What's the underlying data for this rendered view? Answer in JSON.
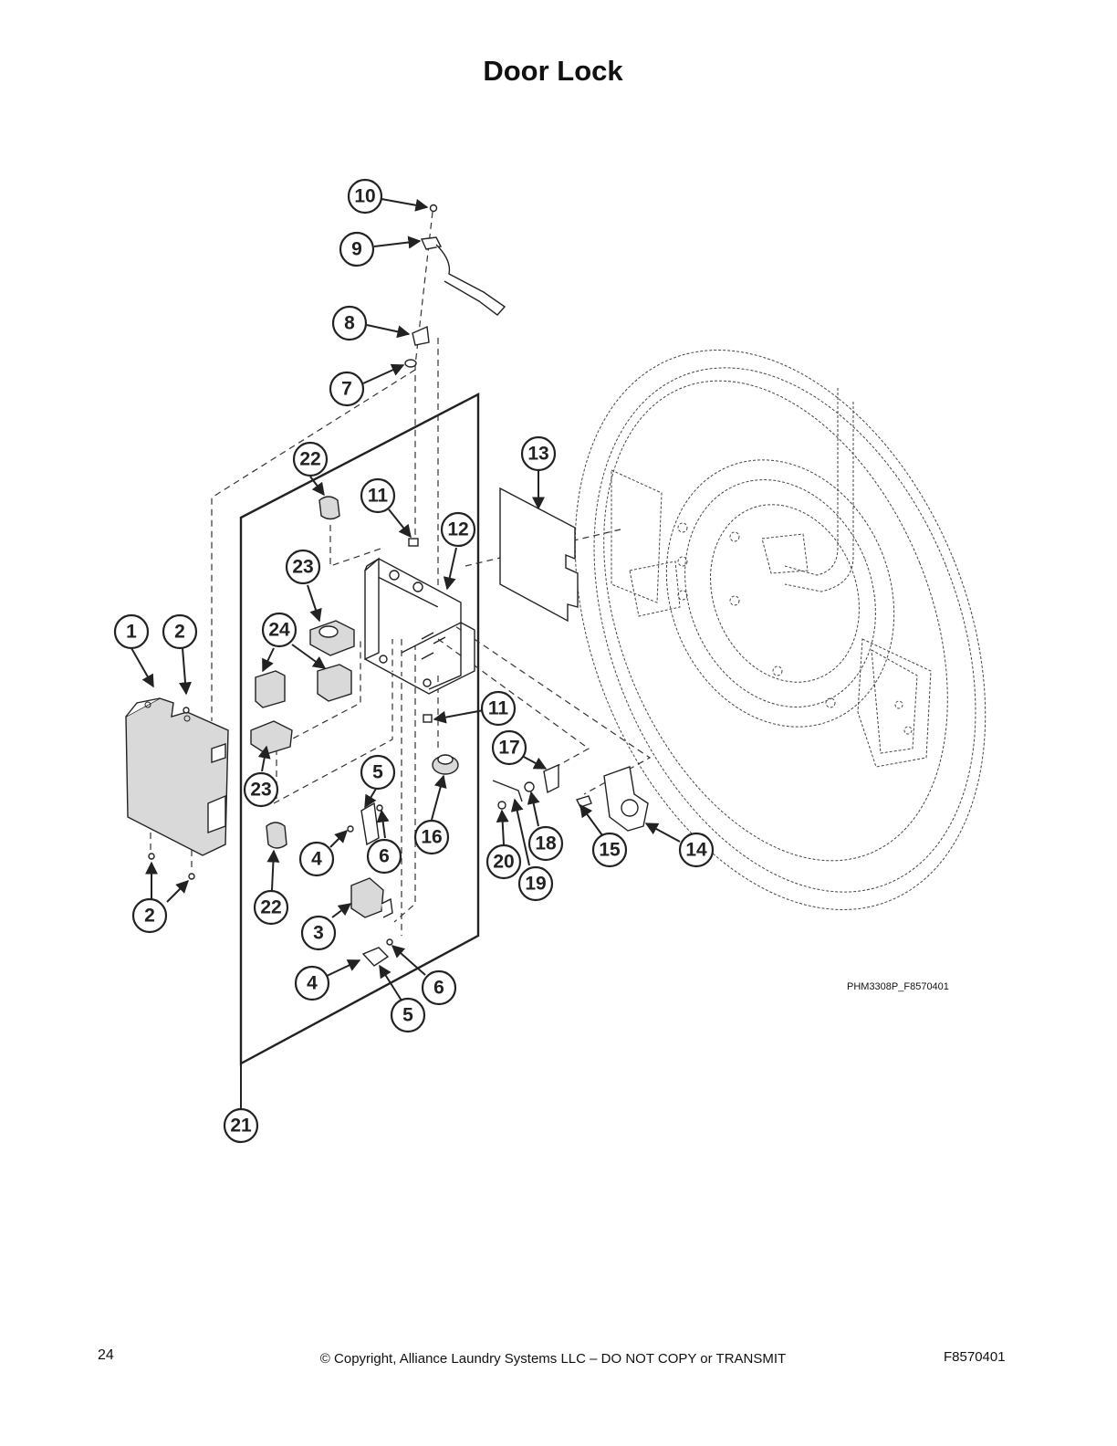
{
  "page": {
    "title": "Door Lock",
    "page_number": "24",
    "copyright": "© Copyright, Alliance Laundry Systems LLC – DO NOT COPY or TRANSMIT",
    "doc_code": "F8570401",
    "figure_ref": "PHM3308P_F8570401"
  },
  "callouts": [
    "10",
    "9",
    "8",
    "7",
    "22",
    "11",
    "12",
    "13",
    "23",
    "1",
    "2",
    "24",
    "11",
    "17",
    "5",
    "23",
    "16",
    "4",
    "6",
    "20",
    "18",
    "15",
    "14",
    "19",
    "22",
    "2",
    "3",
    "4",
    "6",
    "5",
    "21"
  ]
}
